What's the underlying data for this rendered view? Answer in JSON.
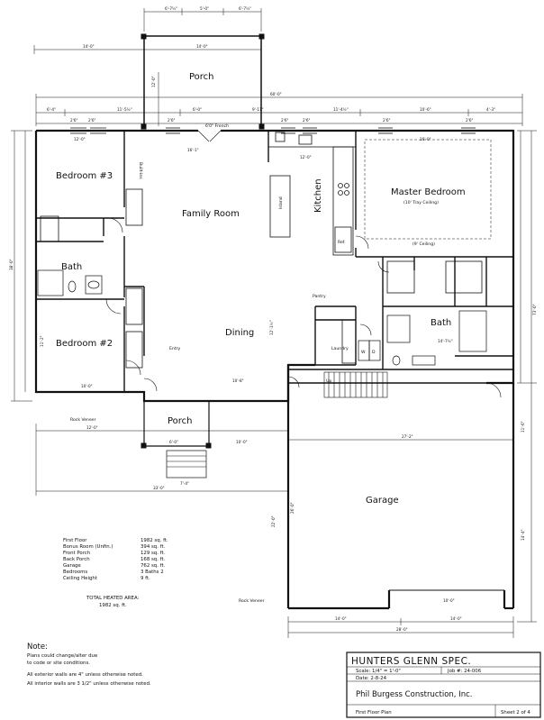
{
  "rooms": {
    "porch_rear": "Porch",
    "bedroom3": "Bedroom #3",
    "family_room": "Family Room",
    "kitchen": "Kitchen",
    "island": "Island",
    "master_bedroom": "Master Bedroom",
    "master_ceiling": "(10' Tray Ceiling)",
    "nine_ceiling": "(9' Ceiling)",
    "bath1": "Bath",
    "bath2": "Bath",
    "bedroom2": "Bedroom #2",
    "dining": "Dining",
    "entry": "Entry",
    "porch_front": "Porch",
    "garage": "Garage",
    "pantry": "Pantry",
    "laundry": "Laundry",
    "ref": "Ref.",
    "washer": "W",
    "dryer": "D",
    "up": "Up",
    "builtins": "Built-ins",
    "french": "6'0\" French",
    "brick_veneer": "Rock Veneer"
  },
  "dims": {
    "top_a": "6'-7½\"",
    "top_b": "5'-0\"",
    "top_c": "6'-7½\"",
    "porch_width": "14'-0\"",
    "porch_left": "14'-0\"",
    "porch_depth": "12'-0\"",
    "overall": "60'-0\"",
    "seg1": "6'-4\"",
    "seg2": "11'-5½\"",
    "seg3": "6'-0\"",
    "seg4": "9'-11\"",
    "seg5": "11'-4½\"",
    "seg6": "10'-6\"",
    "seg7": "4'-3\"",
    "win1": "2'6\"",
    "win2": "2'6\"",
    "win3": "2'6\"",
    "win4": "2'6\"",
    "win5": "2'6\"",
    "win6": "2'6\"",
    "win7": "2'6\"",
    "bed3_w": "12'-0\"",
    "family_w": "16'-1\"",
    "kitchen_w": "12'-0\"",
    "master_w": "16'-0\"",
    "left_total": "38'-0\"",
    "right_total": "73'-0\"",
    "garage_depth": "26'-0\"",
    "garage_w": "27'-2\"",
    "front_total": "28'-0\"",
    "front_a": "14'-0\"",
    "front_b": "14'-0\"",
    "garage_door": "10'-0\"",
    "porch_front_w": "6'-0\"",
    "porch_front_r": "10'-0\"",
    "porch_front_d": "7'-4\"",
    "front_left": "12'-0\"",
    "front_overall": "33'-0\"",
    "garage_side": "22'-0\"",
    "garage_side_r": "14'-4\"",
    "side_r2": "11'-6\"",
    "dining_d": "12'-1½\"",
    "bed2_w": "10'-0\"",
    "bed2_d": "11'-2\"",
    "bath_d": "14'-7½\"",
    "entry_d": "10'-8\""
  },
  "area_table": [
    {
      "label": "First Floor",
      "value": "1982 sq. ft."
    },
    {
      "label": "Bonus Room (Unfin.)",
      "value": "394 sq. ft."
    },
    {
      "label": "Front Porch",
      "value": "129 sq. ft."
    },
    {
      "label": "Back Porch",
      "value": "168 sq. ft."
    },
    {
      "label": "Garage",
      "value": "762 sq. ft."
    },
    {
      "label": "Bedrooms",
      "value": "3   Baths 2"
    },
    {
      "label": "Ceiling Height",
      "value": "9 ft."
    }
  ],
  "total_heated": {
    "label": "TOTAL HEATED AREA:",
    "value": "1982 sq. ft."
  },
  "notes": {
    "heading": "Note:",
    "line1": "Plans could change/alter due",
    "line2": "to code or site conditions.",
    "line3": "All exterior walls are 4\" unless otherwise noted.",
    "line4": "All interior walls are 3 1/2\" unless otherwise noted."
  },
  "title_block": {
    "project": "HUNTERS GLENN SPEC.",
    "scale": "Scale: 1/4\" = 1'-0\"",
    "job": "Job #: 24-006",
    "date": "Date: 2-8-24",
    "company": "Phil Burgess Construction, Inc.",
    "sheet_title": "First Floor Plan",
    "sheet_no": "Sheet 2 of 4"
  }
}
